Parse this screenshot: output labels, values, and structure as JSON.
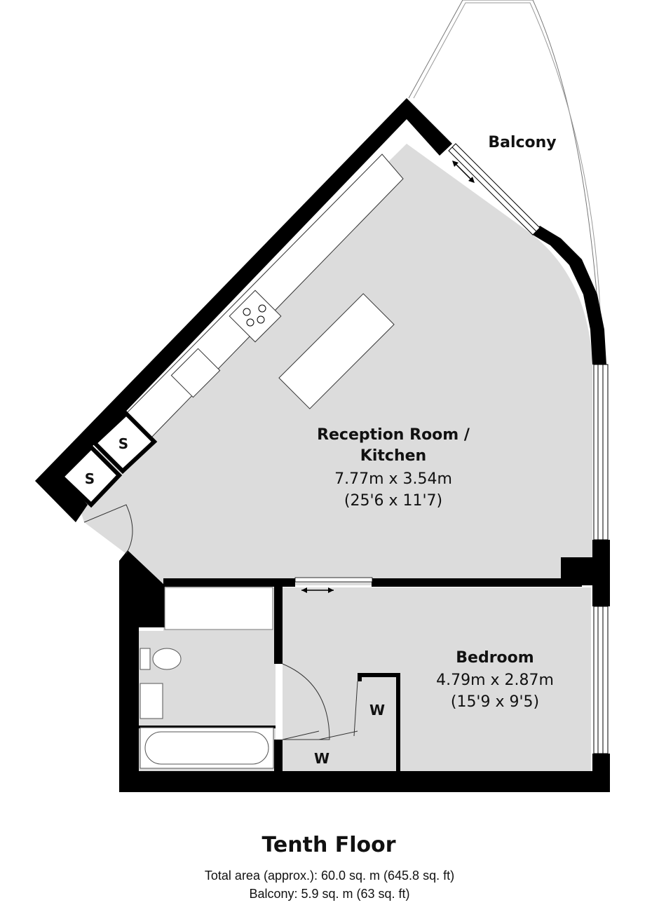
{
  "rooms": {
    "balcony": {
      "name": "Balcony"
    },
    "reception": {
      "name_line1": "Reception Room /",
      "name_line2": "Kitchen",
      "metric": "7.77m x 3.54m",
      "imperial": "(25'6 x 11'7)"
    },
    "bedroom": {
      "name": "Bedroom",
      "metric": "4.79m x 2.87m",
      "imperial": "(15'9 x 9'5)"
    },
    "storage": {
      "label": "S"
    },
    "wardrobe": {
      "label": "W"
    }
  },
  "footer": {
    "floor_title": "Tenth Floor",
    "total_area": "Total area (approx.): 60.0 sq. m (645.8 sq. ft)",
    "balcony_area": "Balcony: 5.9 sq. m (63 sq. ft)"
  },
  "colors": {
    "wall": "#000000",
    "floor": "#dcdcdc",
    "fixture": "#ffffff"
  }
}
